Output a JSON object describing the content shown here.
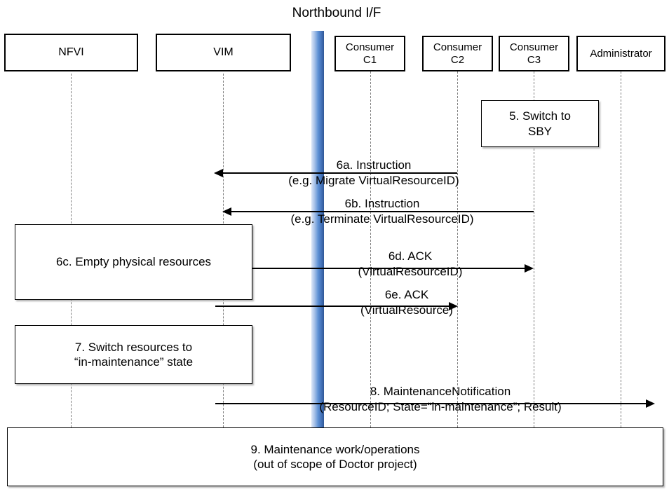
{
  "diagram": {
    "title": "Northbound I/F",
    "actors": [
      {
        "name": "nfvi",
        "label": "NFVI"
      },
      {
        "name": "vim",
        "label": "VIM"
      },
      {
        "name": "consumer-c1",
        "label": "Consumer\nC1"
      },
      {
        "name": "consumer-c2",
        "label": "Consumer\nC2"
      },
      {
        "name": "consumer-c3",
        "label": "Consumer\nC3"
      },
      {
        "name": "administrator",
        "label": "Administrator"
      }
    ],
    "notes": [
      {
        "name": "note-switch-to-sby",
        "line1": "5. Switch to",
        "line2": "SBY"
      },
      {
        "name": "note-empty-physical-resources",
        "line1": "6c. Empty physical resources",
        "line2": ""
      },
      {
        "name": "note-switch-resources-in-maintenance",
        "line1": "7. Switch resources to",
        "line2": "“in-maintenance” state"
      },
      {
        "name": "note-maintenance-work",
        "line1": "9. Maintenance work/operations",
        "line2": "(out of scope of Doctor project)"
      }
    ],
    "messages": [
      {
        "name": "message-6a",
        "line1": "6a. Instruction",
        "line2": "(e.g. Migrate VirtualResourceID)"
      },
      {
        "name": "message-6b",
        "line1": "6b. Instruction",
        "line2": "(e.g. Terminate VirtualResourceID)"
      },
      {
        "name": "message-6d",
        "line1": "6d. ACK",
        "line2": "(VirtualResourceID)"
      },
      {
        "name": "message-6e",
        "line1": "6e. ACK",
        "line2": "(VirtualResource)"
      },
      {
        "name": "message-8",
        "line1": "8.     MaintenanceNotification",
        "line2": "(ResourceID; State=“in-maintenance”; Result)"
      }
    ]
  },
  "colors": {
    "bar_light": "#dce6f7",
    "bar_mid": "#5b8fd4",
    "bar_dark": "#2f5795",
    "lifeline": "#7f7f7f",
    "stroke": "#000000",
    "background": "#ffffff"
  }
}
